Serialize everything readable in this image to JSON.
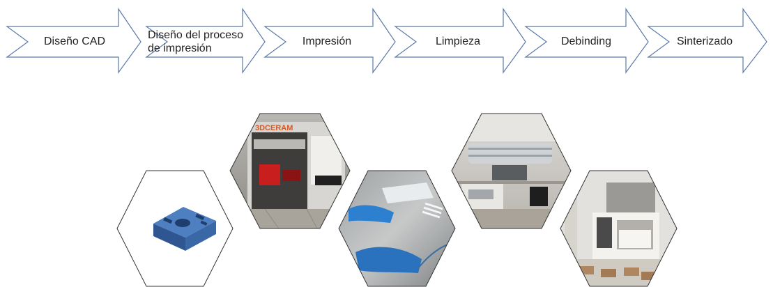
{
  "process_steps": [
    {
      "label": "Diseño CAD"
    },
    {
      "label": "Diseño del proceso de impresión",
      "line1": "Diseño del proceso",
      "line2": "de impresión"
    },
    {
      "label": "Impresión"
    },
    {
      "label": "Limpieza"
    },
    {
      "label": "Debinding"
    },
    {
      "label": "Sinterizado"
    }
  ],
  "photos": [
    {
      "depicts": "cad-model"
    },
    {
      "depicts": "3d-printer",
      "brand_text": "3DCERAM"
    },
    {
      "depicts": "cleaning"
    },
    {
      "depicts": "tube-furnace"
    },
    {
      "depicts": "sintering-oven"
    }
  ],
  "colors": {
    "arrow_stroke": "#5b7aa8",
    "cad_blue": "#3f6ea8",
    "glove_blue": "#2d7fd0"
  }
}
